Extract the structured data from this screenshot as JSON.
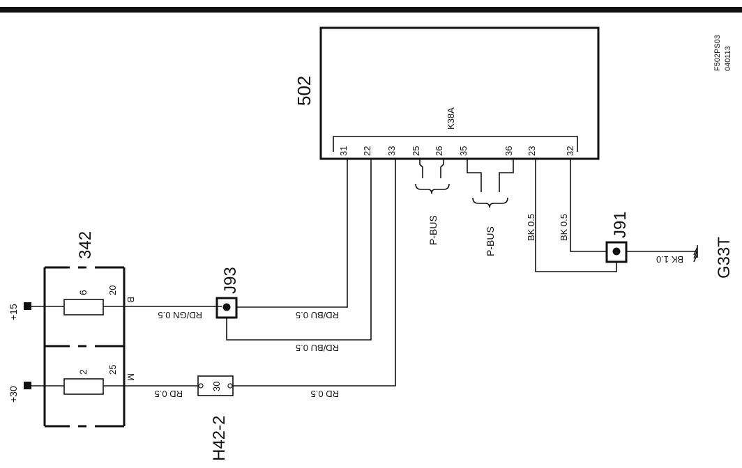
{
  "sheet": {
    "code": "F502PS03",
    "date": "040113"
  },
  "supplies": {
    "plus15": "+15",
    "plus30": "+30"
  },
  "fuse_box": {
    "id": "342",
    "fuse_top": {
      "number": "6",
      "pin": "20",
      "code": "B"
    },
    "fuse_bottom": {
      "number": "2",
      "pin": "25",
      "code": "M"
    }
  },
  "junctions": {
    "j93": "J93",
    "j91": "J91"
  },
  "connector": {
    "id": "H42-2",
    "pin": "30"
  },
  "control_unit": {
    "id": "502",
    "connector": "K38A",
    "pins": [
      "31",
      "22",
      "33",
      "25",
      "26",
      "35",
      "36",
      "23",
      "32"
    ]
  },
  "wires": {
    "w1": "RD/GN 0.5",
    "w2": "RD/BU 0.5",
    "w3": "RD/BU 0.5",
    "w4": "RD 0.5",
    "w5": "RD 0.5",
    "w6": "BK 0.5",
    "w7": "BK 0.5",
    "w8": "BK 1.0"
  },
  "bus": {
    "label1": "P-BUS",
    "label2": "P-BUS"
  },
  "ground": {
    "id": "G33T"
  }
}
